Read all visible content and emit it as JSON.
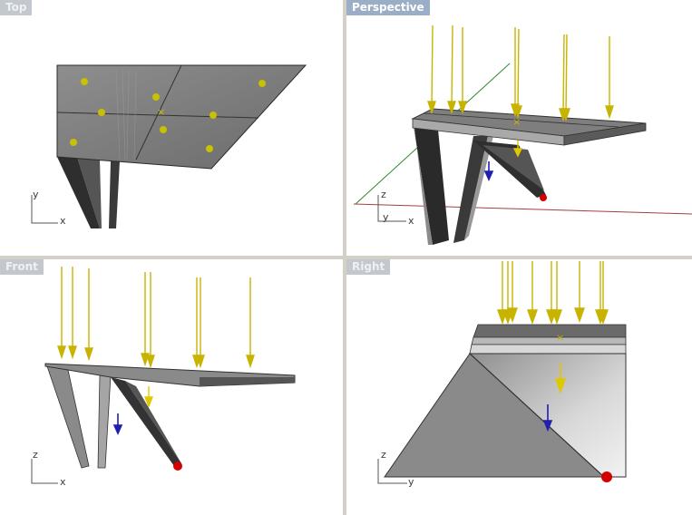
{
  "viewports": {
    "top": {
      "title": "Top",
      "active": false
    },
    "perspective": {
      "title": "Perspective",
      "active": true
    },
    "front": {
      "title": "Front",
      "active": false
    },
    "right": {
      "title": "Right",
      "active": false
    }
  },
  "axis_labels": {
    "top": {
      "horizontal": "x",
      "vertical": "y"
    },
    "perspective": {
      "horizontal": "x",
      "vertical": "z",
      "depth": "y"
    },
    "front": {
      "horizontal": "x",
      "vertical": "z"
    },
    "right": {
      "horizontal": "y",
      "vertical": "z"
    }
  },
  "colors": {
    "background": "#d4d0c8",
    "viewport_bg": "#ffffff",
    "active_title_bg": "#9aaec6",
    "inactive_title_bg": "#c3c8cf",
    "light_arrow": "#c8b400",
    "down_arrow": "#1f1fb0",
    "sun_marker": "#d40000",
    "x_axis": "#a04040",
    "y_axis": "#2e8b2e",
    "geometry": "#6a6a6a"
  }
}
